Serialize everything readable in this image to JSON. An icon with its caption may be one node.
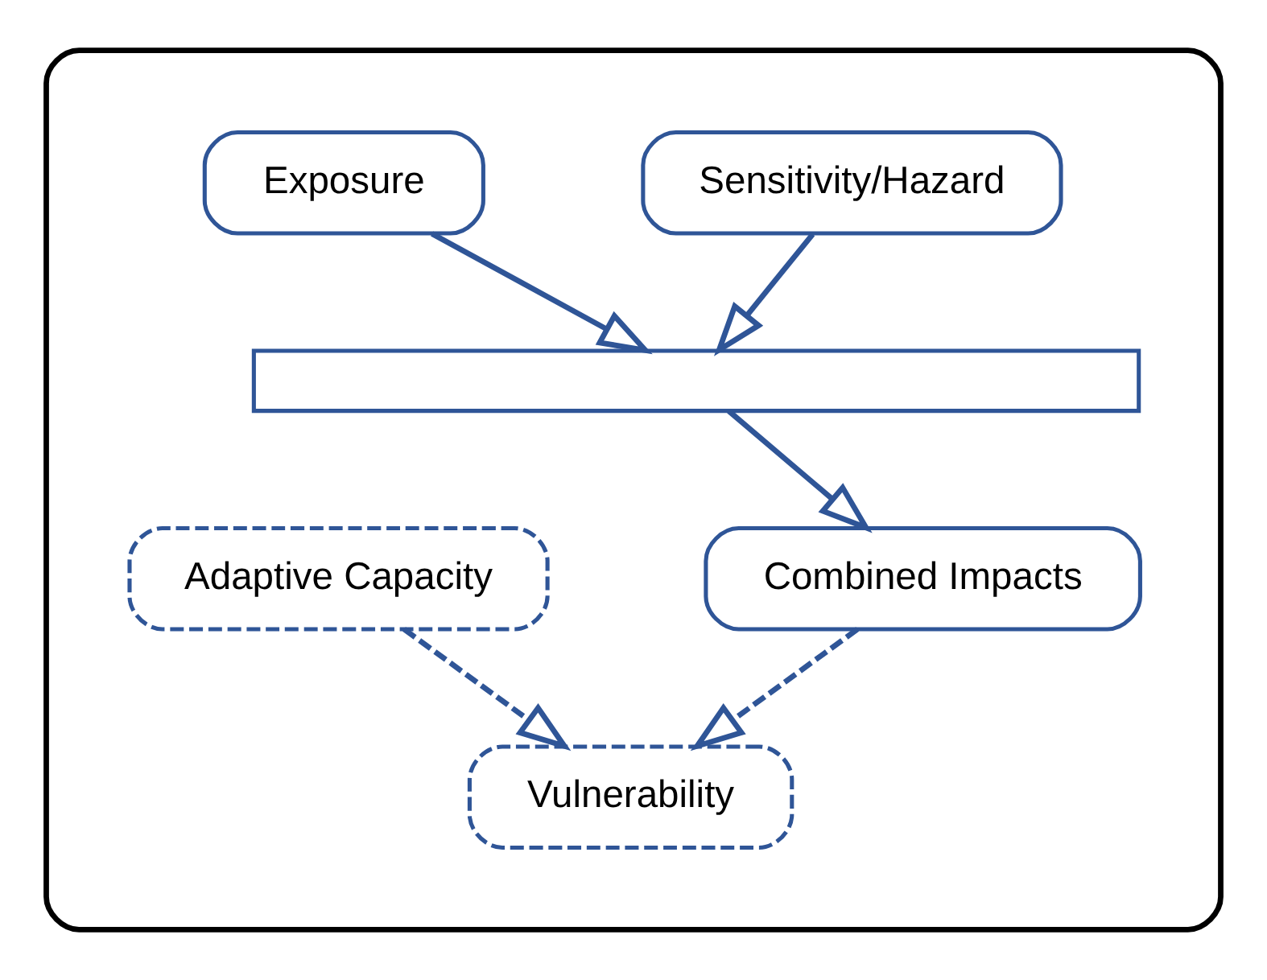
{
  "diagram": {
    "nodes": [
      {
        "text": [],
        "shape": "box"
      },
      {
        "text": [
          "Sensitivity/Hazard"
        ],
        "in": 0
      },
      {
        "text": [
          "Exposure"
        ],
        "in": 0
      },
      {
        "text": [],
        "shape": "bar",
        "in": 0
      },
      {
        "text": [
          "Combined Impacts"
        ],
        "in": 0
      },
      {
        "text": [
          "Adaptive Capacity"
        ],
        "in": 0
      },
      {
        "text": [
          "Vulnerability"
        ],
        "in": 0
      }
    ],
    "edges": [
      {
        "from": 1,
        "to": 3,
        "arrow": "to"
      },
      {
        "from": 2,
        "to": 3,
        "arrow": "to"
      },
      {
        "from": 3,
        "to": 4,
        "arrow": "to"
      },
      {
        "from": 4,
        "to": 6,
        "arrow": "to",
        "style": "dashed"
      },
      {
        "from": 5,
        "to": 6,
        "arrow": "to",
        "style": "dashed"
      }
    ]
  }
}
